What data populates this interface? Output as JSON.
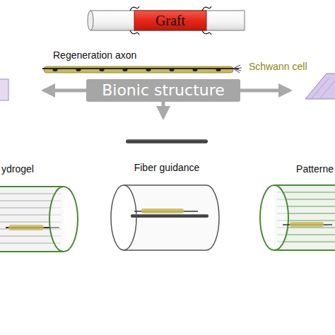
{
  "diagram": {
    "nodes": [
      {
        "text": [
          "Graft"
        ]
      },
      {
        "text": [
          "Bionic structure"
        ]
      },
      {
        "text": [
          "ydrogel"
        ]
      },
      {
        "text": [
          "Fiber guidance"
        ]
      },
      {
        "text": [
          "Patterne"
        ]
      }
    ],
    "edges": [
      {
        "from": 1,
        "to": 2,
        "arrow": "to"
      },
      {
        "from": 1,
        "to": 3,
        "arrow": "to"
      },
      {
        "from": 1,
        "to": 4,
        "arrow": "to"
      }
    ],
    "labels": [
      "Regeneration axon",
      "Schwann cell"
    ]
  }
}
